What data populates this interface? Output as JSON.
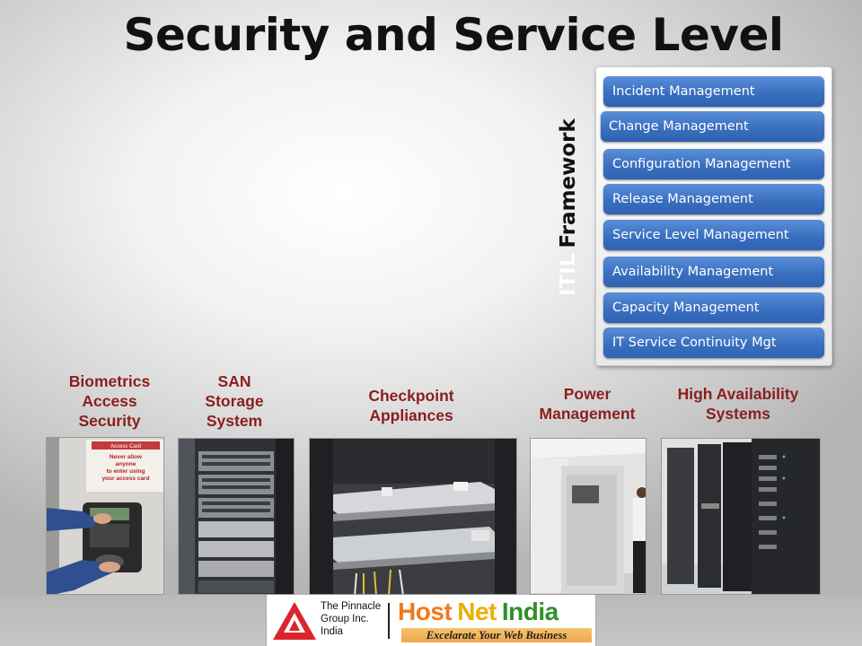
{
  "slide": {
    "title": "Security and Service Level"
  },
  "itil": {
    "vertical_label_prefix": "ITIL",
    "vertical_label_main": "Framework",
    "items": [
      "Incident Management",
      "Change Management",
      "Configuration Management",
      "Release Management",
      "Service Level Management",
      "Availability Management",
      "Capacity Management",
      "IT Service Continuity Mgt"
    ],
    "item_color": "#3a6fc0"
  },
  "captions": [
    {
      "lines": [
        "Biometrics",
        "Access",
        "Security"
      ]
    },
    {
      "lines": [
        "SAN",
        "Storage",
        "System"
      ]
    },
    {
      "lines": [
        "Checkpoint",
        "Appliances"
      ]
    },
    {
      "lines": [
        "Power",
        "Management"
      ]
    },
    {
      "lines": [
        "High Availability",
        "Systems"
      ]
    }
  ],
  "caption_color": "#8b1e1e",
  "photos": {
    "biometrics_sign": [
      "Access Card",
      "Never allow",
      "anyone",
      "to enter using",
      "your access card"
    ]
  },
  "footer": {
    "pinnacle": [
      "The Pinnacle",
      "Group Inc.",
      "India"
    ],
    "brand_host": "Host",
    "brand_net": "Net",
    "brand_india": "India",
    "tagline": "Excelarate Your Web Business"
  }
}
